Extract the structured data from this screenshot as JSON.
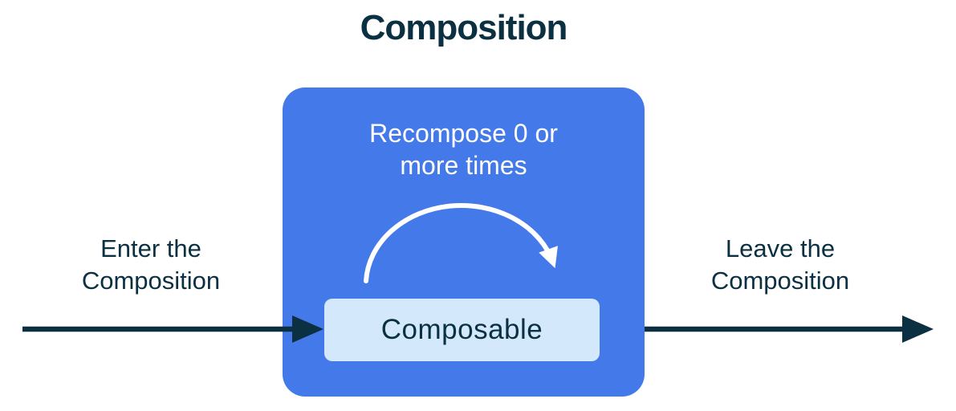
{
  "title": "Composition",
  "composition": {
    "recompose": "Recompose 0 or more times",
    "composable": "Composable"
  },
  "labels": {
    "enter": "Enter the Composition",
    "leave": "Leave the Composition"
  },
  "colors": {
    "background": "#ffffff",
    "navy": "#0b3042",
    "blue": "#4379e8",
    "light_blue": "#d3e8fa",
    "white": "#ffffff"
  }
}
